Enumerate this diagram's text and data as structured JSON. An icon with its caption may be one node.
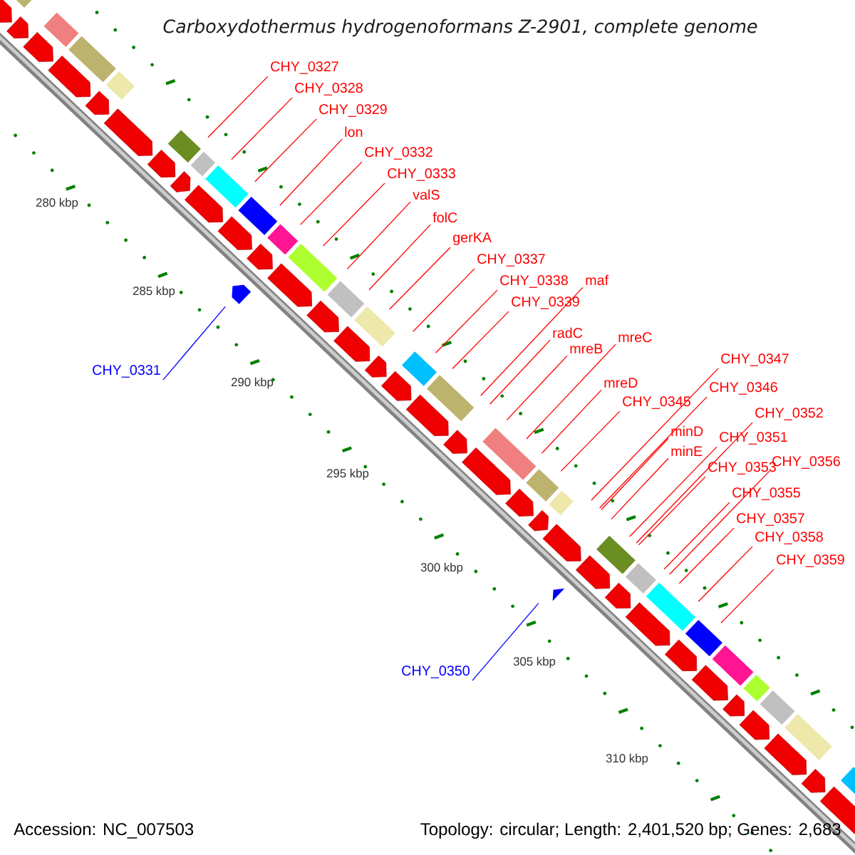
{
  "diagram": {
    "title": "Carboxydothermus hydrogenoformans Z-2901, complete genome",
    "nodes": [
      {
        "text": [
          "CHY_0327"
        ]
      },
      {
        "text": [
          "CHY_0328"
        ]
      },
      {
        "text": [
          "CHY_0329"
        ]
      },
      {
        "text": [
          "lon"
        ]
      },
      {
        "text": [
          "CHY_0332"
        ]
      },
      {
        "text": [
          "CHY_0333"
        ]
      },
      {
        "text": [
          "valS"
        ]
      },
      {
        "text": [
          "folC"
        ]
      },
      {
        "text": [
          "gerKA"
        ]
      },
      {
        "text": [
          "CHY_0337"
        ]
      },
      {
        "text": [
          "CHY_0338"
        ]
      },
      {
        "text": [
          "maf"
        ]
      },
      {
        "text": [
          "CHY_0339"
        ]
      },
      {
        "text": [
          "radC"
        ]
      },
      {
        "text": [
          "mreC"
        ]
      },
      {
        "text": [
          "mreB"
        ]
      },
      {
        "text": [
          "CHY_0347"
        ]
      },
      {
        "text": [
          "mreD"
        ]
      },
      {
        "text": [
          "CHY_0346"
        ]
      },
      {
        "text": [
          "CHY_0345"
        ]
      },
      {
        "text": [
          "CHY_0352"
        ]
      },
      {
        "text": [
          "minD"
        ]
      },
      {
        "text": [
          "CHY_0351"
        ]
      },
      {
        "text": [
          "minE"
        ]
      },
      {
        "text": [
          "CHY_0356"
        ]
      },
      {
        "text": [
          "CHY_0353"
        ]
      },
      {
        "text": [
          "CHY_0355"
        ]
      },
      {
        "text": [
          "CHY_0357"
        ]
      },
      {
        "text": [
          "CHY_0358"
        ]
      },
      {
        "text": [
          "CHY_0359"
        ]
      },
      {
        "text": [
          "CHY_0331"
        ]
      },
      {
        "text": [
          "CHY_0350"
        ]
      }
    ],
    "edges": [
      {
        "from": 0,
        "to": null,
        "arrow": "none"
      },
      {
        "from": 1,
        "to": null,
        "arrow": "none"
      },
      {
        "from": 2,
        "to": null,
        "arrow": "none"
      },
      {
        "from": 3,
        "to": null,
        "arrow": "none"
      },
      {
        "from": 4,
        "to": null,
        "arrow": "none"
      },
      {
        "from": 5,
        "to": null,
        "arrow": "none"
      },
      {
        "from": 6,
        "to": null,
        "arrow": "none"
      },
      {
        "from": 7,
        "to": null,
        "arrow": "none"
      },
      {
        "from": 8,
        "to": null,
        "arrow": "none"
      },
      {
        "from": 9,
        "to": null,
        "arrow": "none"
      },
      {
        "from": 10,
        "to": null,
        "arrow": "none"
      },
      {
        "from": 11,
        "to": null,
        "arrow": "none"
      },
      {
        "from": 12,
        "to": null,
        "arrow": "none"
      },
      {
        "from": 13,
        "to": null,
        "arrow": "none"
      },
      {
        "from": 14,
        "to": null,
        "arrow": "none"
      },
      {
        "from": 15,
        "to": null,
        "arrow": "none"
      },
      {
        "from": 16,
        "to": null,
        "arrow": "none"
      },
      {
        "from": 17,
        "to": null,
        "arrow": "none"
      },
      {
        "from": 18,
        "to": null,
        "arrow": "none"
      },
      {
        "from": 19,
        "to": null,
        "arrow": "none"
      },
      {
        "from": 20,
        "to": null,
        "arrow": "none"
      },
      {
        "from": 21,
        "to": null,
        "arrow": "none"
      },
      {
        "from": 22,
        "to": null,
        "arrow": "none"
      },
      {
        "from": 23,
        "to": null,
        "arrow": "none"
      },
      {
        "from": 24,
        "to": null,
        "arrow": "none"
      },
      {
        "from": 25,
        "to": null,
        "arrow": "none"
      },
      {
        "from": 26,
        "to": null,
        "arrow": "none"
      },
      {
        "from": 27,
        "to": null,
        "arrow": "none"
      },
      {
        "from": 28,
        "to": null,
        "arrow": "none"
      },
      {
        "from": 29,
        "to": null,
        "arrow": "none"
      },
      {
        "from": 30,
        "to": null,
        "arrow": "none",
        "color": "#0000ff"
      },
      {
        "from": 31,
        "to": null,
        "arrow": "none",
        "color": "#0000ff"
      }
    ],
    "labels": [
      "280 kbp",
      "285 kbp",
      "290 kbp",
      "295 kbp",
      "300 kbp",
      "305 kbp",
      "310 kbp",
      "Accession: NC_007503",
      "Topology: circular; Length: 2,401,520 bp; Genes: 2,683"
    ]
  }
}
